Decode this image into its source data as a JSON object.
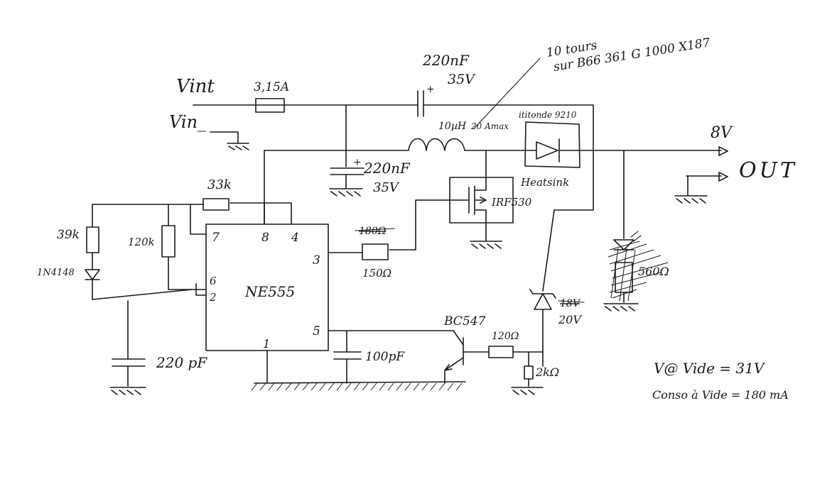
{
  "inputs": {
    "vin_plus": "Vint",
    "vin_minus": "Vin_"
  },
  "fuse": {
    "rating": "3,15A"
  },
  "cap_input": {
    "value": "220nF",
    "voltage": "35V"
  },
  "cap_bulk": {
    "value": "220nF",
    "voltage": "35V"
  },
  "core_note": {
    "line1": "10 tours",
    "line2": "sur B66 361 G 1000 X187"
  },
  "inductor": {
    "value": "10µH",
    "current": "20 Amax"
  },
  "diode_part": "ititonde 9210",
  "heatsink_label": "Heatsink",
  "mosfet": "IRF530",
  "output": {
    "voltage": "8V",
    "label": "OUT"
  },
  "timer": {
    "name": "NE555",
    "pins": [
      "7",
      "8",
      "4",
      "3",
      "6",
      "2",
      "5",
      "1"
    ]
  },
  "resistors": {
    "r_33k": "33k",
    "r_39k": "39k",
    "r_120k": "120k",
    "r_gate_struck": "180Ω",
    "r_gate": "150Ω",
    "r_base": "120Ω",
    "r_2k": "2kΩ",
    "r_led_struck": "560Ω"
  },
  "diode_1n4148": "1N4148",
  "cap_timing": "220 pF",
  "cap_ctrl": "100pF",
  "transistor": "BC547",
  "zener": {
    "struck": "18V",
    "value": "20V"
  },
  "notes": {
    "v_vide": "V@ Vide = 31V",
    "conso_vide": "Conso à Vide = 180 mA"
  }
}
